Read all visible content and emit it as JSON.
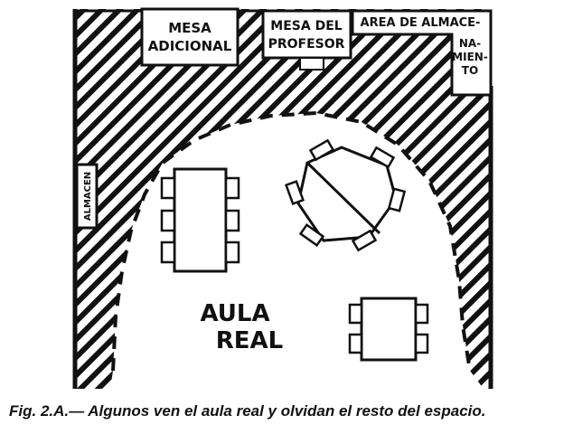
{
  "labels": {
    "mesa_adicional": [
      "MESA",
      "ADICIONAL"
    ],
    "mesa_profesor": [
      "MESA DEL",
      "PROFESOR"
    ],
    "area_almacen": [
      "AREA DE ALMACE-",
      "NA-",
      "MIEN-",
      "TO"
    ],
    "almacen": "ALMACEN",
    "aula_real": [
      "AULA",
      "REAL"
    ]
  },
  "caption": "Fig. 2.A.— Algunos ven el aula real y olvidan el resto del espacio."
}
